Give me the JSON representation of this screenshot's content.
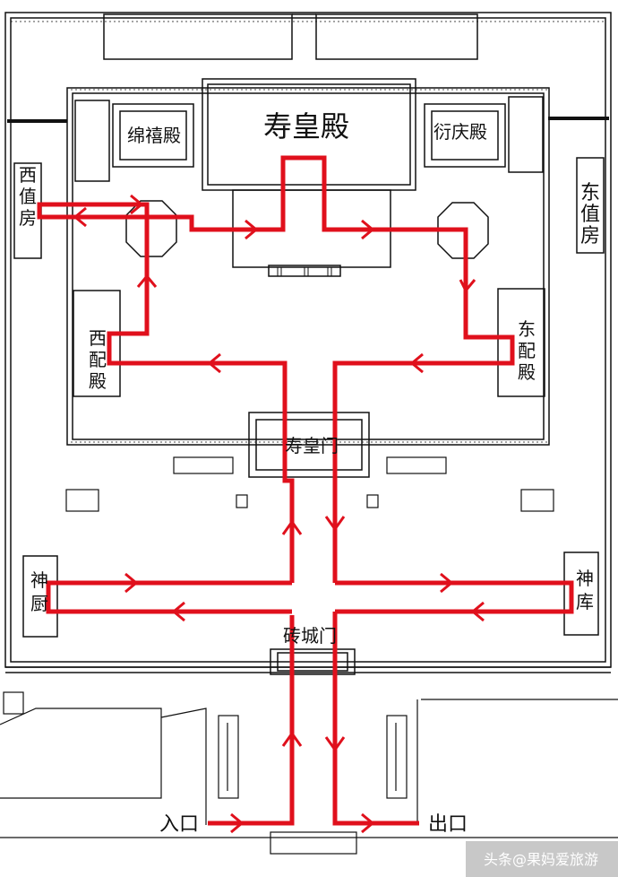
{
  "map": {
    "halls": {
      "shouhuang_dian": "寿皇殿",
      "mianxi_dian": "绵禧殿",
      "yanqing_dian": "衍庆殿",
      "shouhuang_men": "寿皇门",
      "zhuancheng_men": "砖城门"
    },
    "side_buildings": {
      "west_zhi_fang": [
        "西",
        "值",
        "房"
      ],
      "east_zhi_fang": [
        "东",
        "值",
        "房"
      ],
      "west_pei_dian": [
        "西",
        "配",
        "殿"
      ],
      "east_pei_dian": [
        "东",
        "配",
        "殿"
      ],
      "shen_chu": [
        "神",
        "厨"
      ],
      "shen_ku": [
        "神",
        "库"
      ]
    },
    "entrance": "入口",
    "exit": "出口"
  },
  "watermark": {
    "text": "头条@果妈爱旅游"
  },
  "colors": {
    "route": "#e0101c",
    "line": "#111111",
    "background": "#ffffff"
  }
}
